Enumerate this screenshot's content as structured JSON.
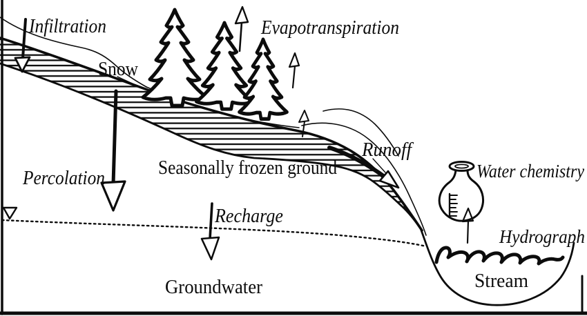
{
  "colors": {
    "ink": "#0c0c0c",
    "paper": "#ffffff"
  },
  "diagram": {
    "type": "hillslope-hydrology-sketch",
    "labels": {
      "infiltration": "Infiltration",
      "snow": "Snow",
      "evapotranspiration": "Evapotranspiration",
      "percolation": "Percolation",
      "seasonally_frozen_ground": "Seasonally frozen ground",
      "runoff": "Runoff",
      "water_chemistry": "Water chemistry",
      "recharge": "Recharge",
      "hydrograph": "Hydrograph",
      "groundwater": "Groundwater",
      "stream": "Stream"
    },
    "icons": {
      "pine_tree": "conifer-tree-sketch",
      "up_arrow": "upward-flux-arrow",
      "down_arrow": "downward-flux-arrow",
      "runoff_arrow": "downslope-curved-arrow",
      "flask": "water-sample-flask-with-graduations",
      "water_table_symbol": "inverted-open-triangle",
      "stream_waves": "wavy-water-surface",
      "frozen_ground_band": "hatched-sloping-band"
    }
  }
}
